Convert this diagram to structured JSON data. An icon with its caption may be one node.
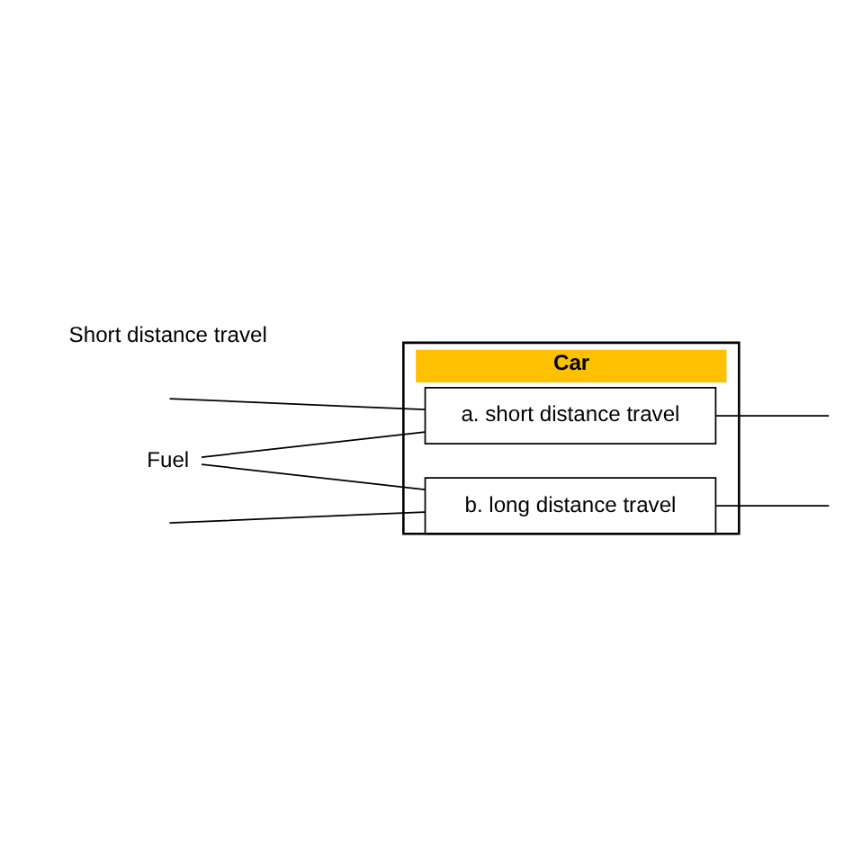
{
  "diagram": {
    "nodes": [
      {
        "text": [
          "Fuel"
        ]
      },
      {
        "text": [
          "Car"
        ]
      },
      {
        "text": [
          "a. short distance travel"
        ],
        "in": 1
      },
      {
        "text": [
          "b. long distance travel"
        ],
        "in": 1
      }
    ],
    "edges": [
      {
        "from": 0,
        "to": 2,
        "arrow": "none"
      },
      {
        "from": 0,
        "to": 3,
        "arrow": "none"
      },
      {
        "from": null,
        "to": 2,
        "arrow": "none"
      },
      {
        "from": null,
        "to": 3,
        "arrow": "none"
      },
      {
        "from": 2,
        "to": null,
        "arrow": "none"
      },
      {
        "from": 3,
        "to": null,
        "arrow": "none"
      }
    ],
    "labels": [
      "Short distance travel"
    ]
  }
}
